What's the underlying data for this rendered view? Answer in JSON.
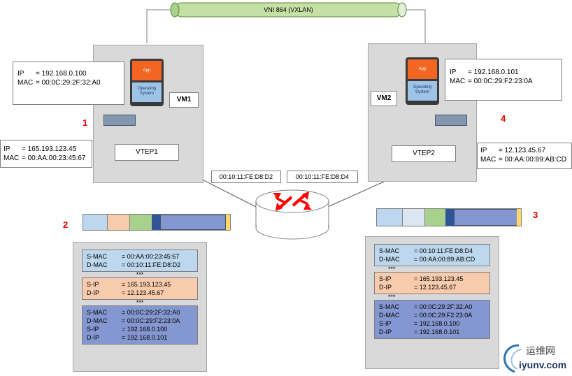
{
  "tunnel": {
    "label": "VNI 864 (VXLAN)"
  },
  "vm1": {
    "name": "VM1",
    "app_label": "App",
    "os_label": "Operating System",
    "ip_key": "IP",
    "ip_val": "= 192.168.0.100",
    "mac_key": "MAC",
    "mac_val": "= 00:0C:29:2F:32:A0",
    "vtep": "VTEP1",
    "vtep_ip_key": "IP",
    "vtep_ip_val": "= 165.193.123.45",
    "vtep_mac_key": "MAC",
    "vtep_mac_val": "= 00:AA:00:23:45:67",
    "number": "1"
  },
  "vm2": {
    "name": "VM2",
    "app_label": "App",
    "os_label": "Operating System",
    "ip_key": "IP",
    "ip_val": "= 192.168.0.101",
    "mac_key": "MAC",
    "mac_val": "= 00:0C:29:F2:23:0A",
    "vtep": "VTEP2",
    "vtep_ip_key": "IP",
    "vtep_ip_val": "= 12.123.45.67",
    "vtep_mac_key": "MAC",
    "vtep_mac_val": "= 00:AA:00:89:AB:CD",
    "number": "4"
  },
  "router": {
    "mac_left": "00:10:11:FE:D8:D2",
    "mac_right": "00:10:11:FE:D8:D4"
  },
  "step2": {
    "number": "2"
  },
  "step3": {
    "number": "3"
  },
  "frame_left": {
    "outer_mac": [
      {
        "k": "S-MAC",
        "v": "= 00:AA:00:23:45:67"
      },
      {
        "k": "D-MAC",
        "v": "= 00:10:11:FE:D8:D2"
      }
    ],
    "outer_ip": [
      {
        "k": "S-IP",
        "v": "= 165.193.123.45"
      },
      {
        "k": "D-IP",
        "v": "= 12.123.45.67"
      }
    ],
    "inner": [
      {
        "k": "S-MAC",
        "v": "= 00:0C:29:2F:32:A0"
      },
      {
        "k": "D-MAC",
        "v": "= 00:0C:29:F2:23:0A"
      },
      {
        "k": "S-IP",
        "v": "= 192.168.0.100"
      },
      {
        "k": "D-IP",
        "v": "= 192.168.0.101"
      }
    ],
    "sep": "***"
  },
  "frame_right": {
    "outer_mac": [
      {
        "k": "S-MAC",
        "v": "= 00:10:11:FE:D8:D4"
      },
      {
        "k": "D-MAC",
        "v": "= 00:AA:00:89:AB:CD"
      }
    ],
    "outer_ip": [
      {
        "k": "S-IP",
        "v": "= 165.193.123.45"
      },
      {
        "k": "D-IP",
        "v": "= 12.123.45.67"
      }
    ],
    "inner": [
      {
        "k": "S-MAC",
        "v": "= 00:0C:29:2F:32:A0"
      },
      {
        "k": "D-MAC",
        "v": "= 00:0C:29:F2:23:0A"
      },
      {
        "k": "S-IP",
        "v": "= 192.168.0.100"
      },
      {
        "k": "D-IP",
        "v": "= 192.168.0.101"
      }
    ],
    "sep": "***"
  },
  "watermark": {
    "text_cn": "运维网",
    "text_en": "iyunv.com"
  },
  "colors": {
    "mac_row": "#bdd7ee",
    "ip_row": "#f8cbad",
    "inner_row": "#8497d0",
    "panel": "#d9d9d9",
    "tube": "#c5e0a5",
    "arrow": "#ff0000"
  }
}
